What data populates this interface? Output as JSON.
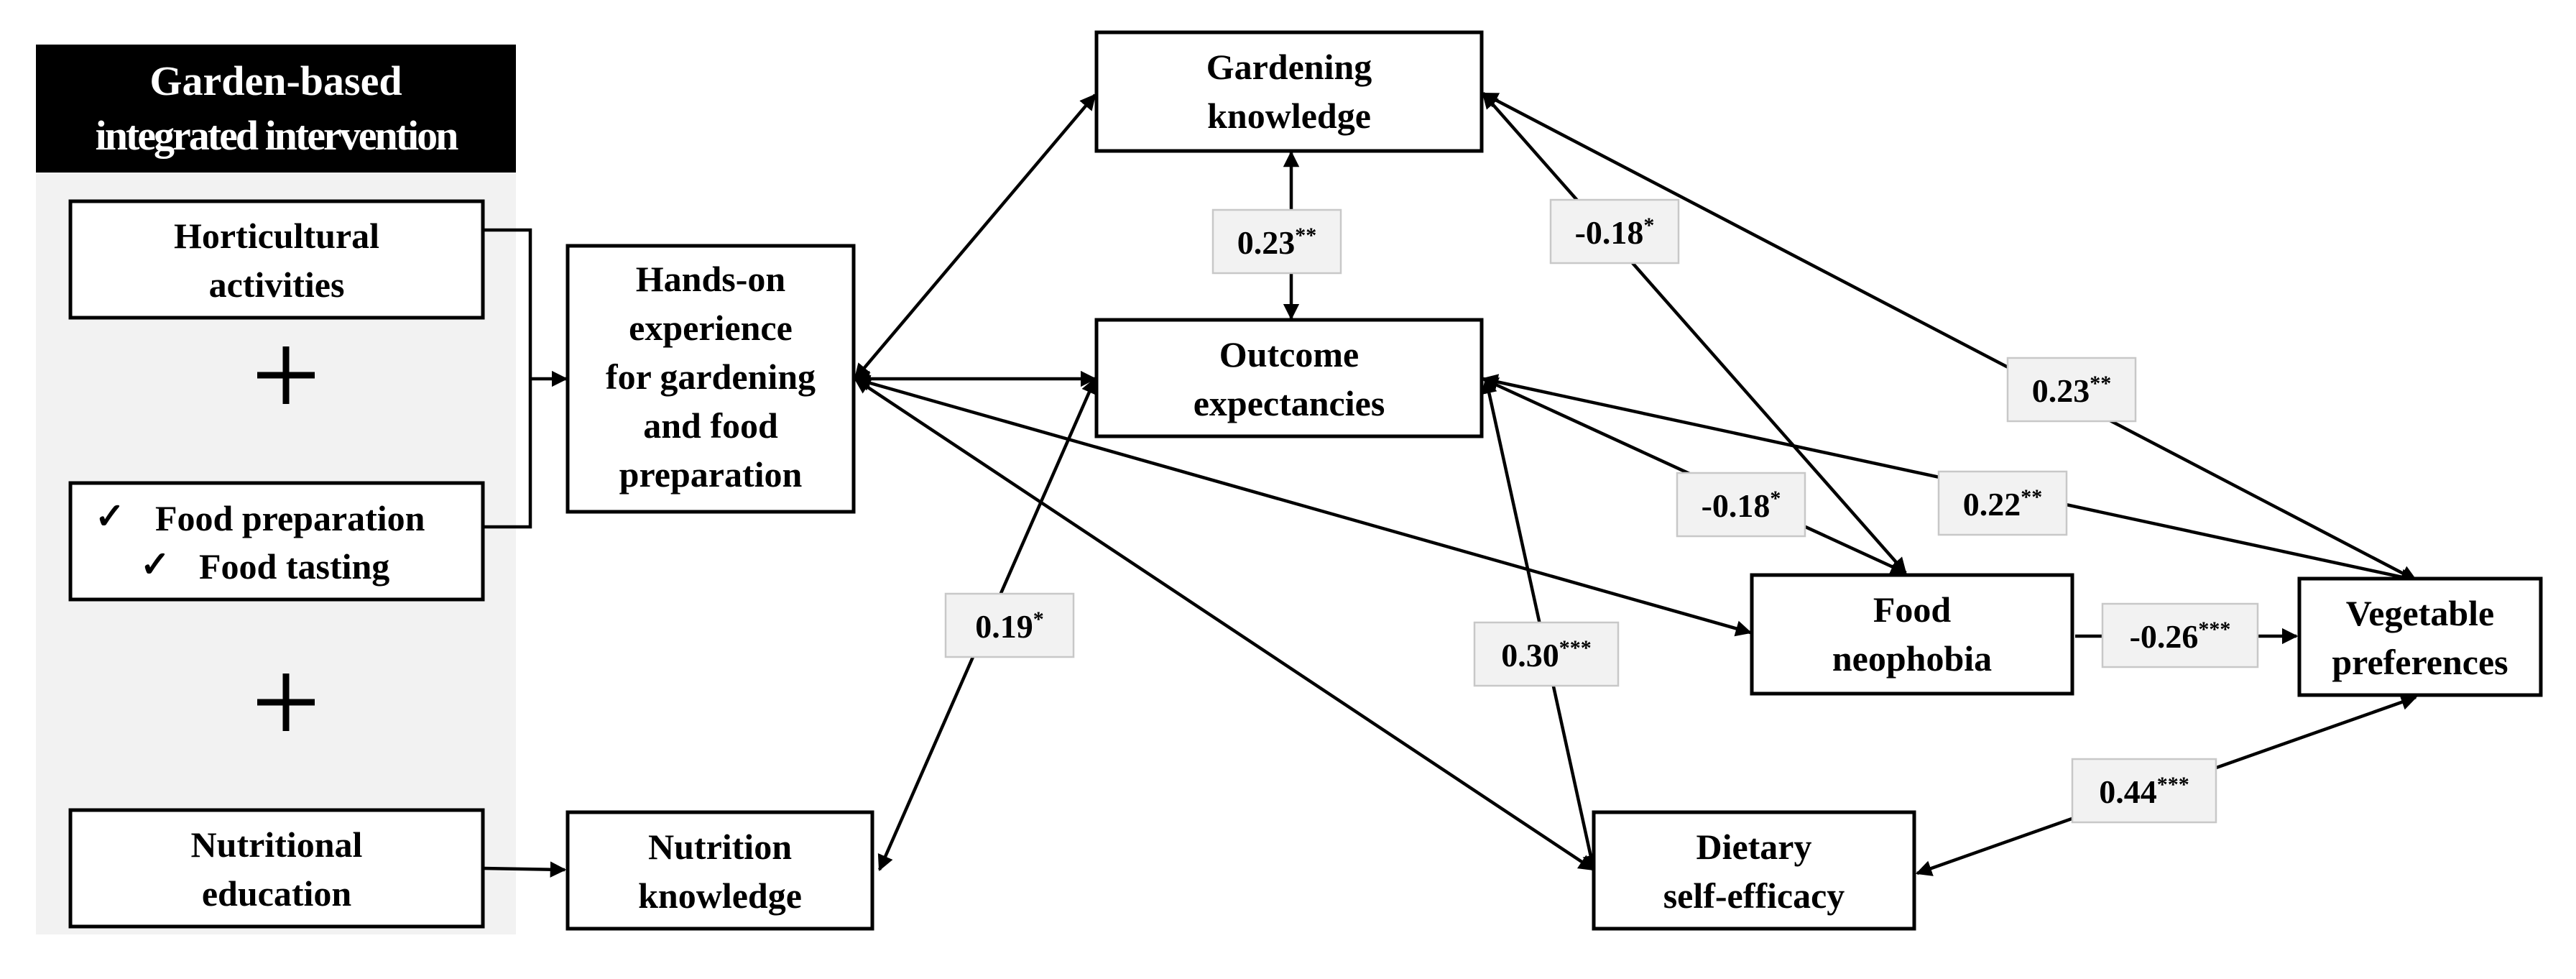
{
  "panel": {
    "title_line1": "Garden-based",
    "title_line2": "integrated intervention"
  },
  "boxes": {
    "horticultural_line1": "Horticultural",
    "horticultural_line2": "activities",
    "food_prep_line1": "Food preparation",
    "food_prep_line2": "Food tasting",
    "check_mark": "✓",
    "nutritional_ed_line1": "Nutritional",
    "nutritional_ed_line2": "education",
    "hands_on_line1": "Hands-on",
    "hands_on_line2": "experience",
    "hands_on_line3": "for gardening",
    "hands_on_line4": "and food",
    "hands_on_line5": "preparation",
    "nutrition_knowledge_line1": "Nutrition",
    "nutrition_knowledge_line2": "knowledge",
    "gardening_knowledge_line1": "Gardening",
    "gardening_knowledge_line2": "knowledge",
    "outcome_line1": "Outcome",
    "outcome_line2": "expectancies",
    "neophobia_line1": "Food",
    "neophobia_line2": "neophobia",
    "self_efficacy_line1": "Dietary",
    "self_efficacy_line2": "self-efficacy",
    "veg_pref_line1": "Vegetable",
    "veg_pref_line2": "preferences"
  },
  "coefficients": {
    "gk_oe": {
      "value": "0.23",
      "stars": "**"
    },
    "gk_fn": {
      "value": "-0.18",
      "stars": "*"
    },
    "gk_vp": {
      "value": "0.23",
      "stars": "**"
    },
    "oe_fn": {
      "value": "-0.18",
      "stars": "*"
    },
    "oe_vp": {
      "value": "0.22",
      "stars": "**"
    },
    "nk_oe": {
      "value": "0.19",
      "stars": "*"
    },
    "oe_se": {
      "value": "0.30",
      "stars": "***"
    },
    "fn_vp": {
      "value": "-0.26",
      "stars": "***"
    },
    "se_vp": {
      "value": "0.44",
      "stars": "***"
    }
  }
}
